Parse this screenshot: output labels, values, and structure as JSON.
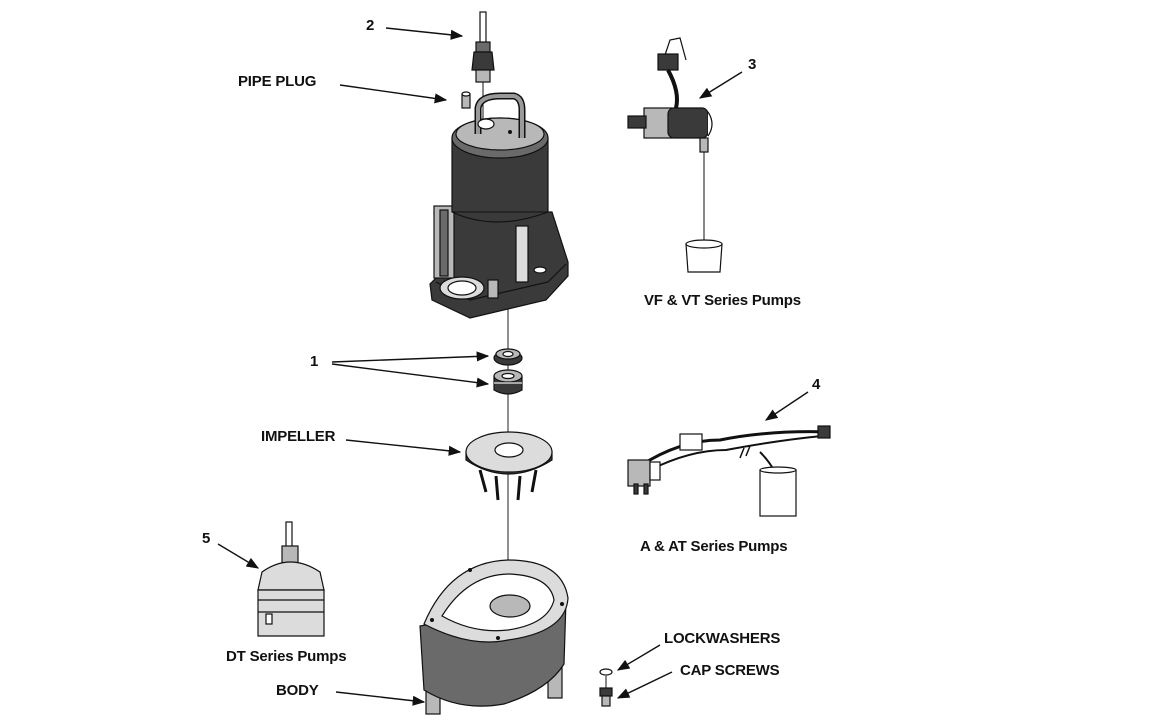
{
  "labels": {
    "callout_1": "1",
    "callout_2": "2",
    "callout_3": "3",
    "callout_4": "4",
    "callout_5": "5",
    "pipe_plug": "PIPE PLUG",
    "impeller": "IMPELLER",
    "body": "BODY",
    "lockwashers": "LOCKWASHERS",
    "cap_screws": "CAP SCREWS",
    "vf_vt_series": "VF & VT Series Pumps",
    "a_at_series": "A & AT Series Pumps",
    "dt_series": "DT Series Pumps"
  }
}
